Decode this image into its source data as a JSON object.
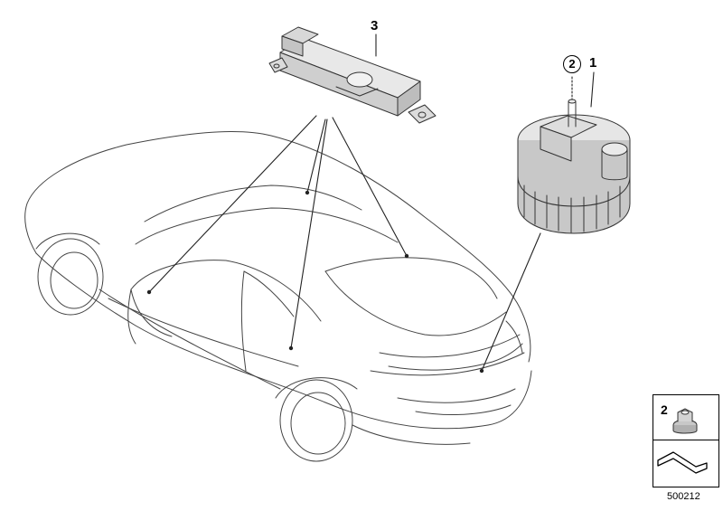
{
  "callouts": {
    "part_3": "3",
    "part_1": "1",
    "part_2_circled": "2",
    "legend_part": "2"
  },
  "diagram_id": "500212"
}
